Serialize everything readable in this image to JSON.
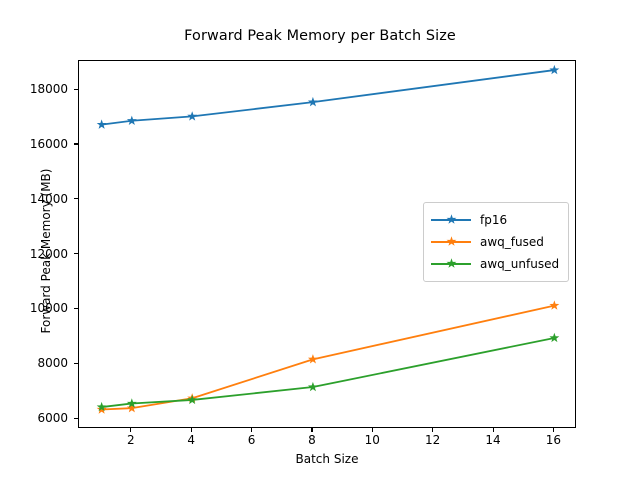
{
  "chart_data": {
    "type": "line",
    "title": "Forward Peak Memory per Batch Size",
    "xlabel": "Batch Size",
    "ylabel": "Forward Peak Memory (MB)",
    "x": [
      1,
      2,
      4,
      8,
      16
    ],
    "xlim": [
      0.25,
      16.75
    ],
    "ylim": [
      5640,
      19060
    ],
    "xticks": [
      2,
      4,
      6,
      8,
      10,
      12,
      14,
      16
    ],
    "xticklabels": [
      "2",
      "4",
      "6",
      "8",
      "10",
      "12",
      "14",
      "16"
    ],
    "yticks": [
      6000,
      8000,
      10000,
      12000,
      14000,
      16000,
      18000
    ],
    "yticklabels": [
      "6000",
      "8000",
      "10000",
      "12000",
      "14000",
      "16000",
      "18000"
    ],
    "grid": false,
    "marker": "star",
    "legend_position": "center right",
    "series": [
      {
        "name": "fp16",
        "color": "#1f77b4",
        "values": [
          16740,
          16880,
          17040,
          17560,
          18730
        ]
      },
      {
        "name": "awq_fused",
        "color": "#ff7f0e",
        "values": [
          6350,
          6400,
          6760,
          8180,
          10140
        ]
      },
      {
        "name": "awq_unfused",
        "color": "#2ca02c",
        "values": [
          6440,
          6570,
          6700,
          7170,
          8960
        ]
      }
    ]
  },
  "figure": {
    "background": "#ffffff",
    "axes_edge_color": "#000000",
    "legend_border_color": "#cccccc"
  }
}
